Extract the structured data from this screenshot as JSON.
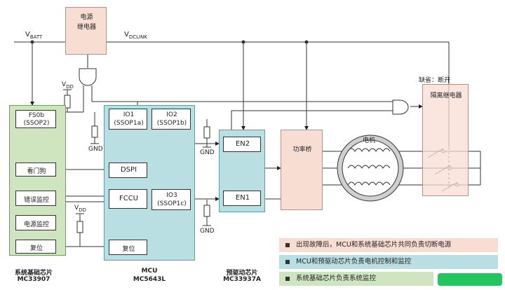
{
  "labels": {
    "vbatt_main": "V",
    "vbatt_sub": "BATT",
    "vdclink_main": "V",
    "vdclink_sub": "DCLINK",
    "vdd_main": "V",
    "vdd_sub": "DD",
    "power_relay_line1": "电源",
    "power_relay_line2": "继电器",
    "gnd": "GND",
    "short_open": "缺省：断开",
    "isolation_relay": "隔离继电器",
    "power_bridge": "功率桥",
    "motor": "电机"
  },
  "sbc": {
    "fs0b": "FS0b",
    "ssop2": "(SSOP2)",
    "watchdog": "看门狗",
    "error_monitor": "错误监控",
    "power_monitor": "电源监控",
    "reset": "复位",
    "caption1": "系统基础芯片",
    "caption2": "MC33907"
  },
  "mcu": {
    "io1": "IO1",
    "ssop1a": "(SSOP1a)",
    "io2": "IO2",
    "ssop1b": "(SSOP1b)",
    "dspi": "DSPI",
    "fccu": "FCCU",
    "io3": "IO3",
    "ssop1c": "(SSOP1c)",
    "reset": "复位",
    "caption1": "MCU",
    "caption2": "MC5643L"
  },
  "predriver": {
    "en2": "EN2",
    "en1": "EN1",
    "caption1": "预驱动芯片",
    "caption2": "MC33937A"
  },
  "legend": [
    {
      "text": "出现故障后，MCU和系统基础芯片共同负责切断电源",
      "color": "#f8ddd3"
    },
    {
      "text": "MCU和预驱动芯片负责电机控制和监控",
      "color": "#b9dfe3"
    },
    {
      "text": "系统基础芯片负责系统监控",
      "color": "#cfe5bf"
    }
  ]
}
